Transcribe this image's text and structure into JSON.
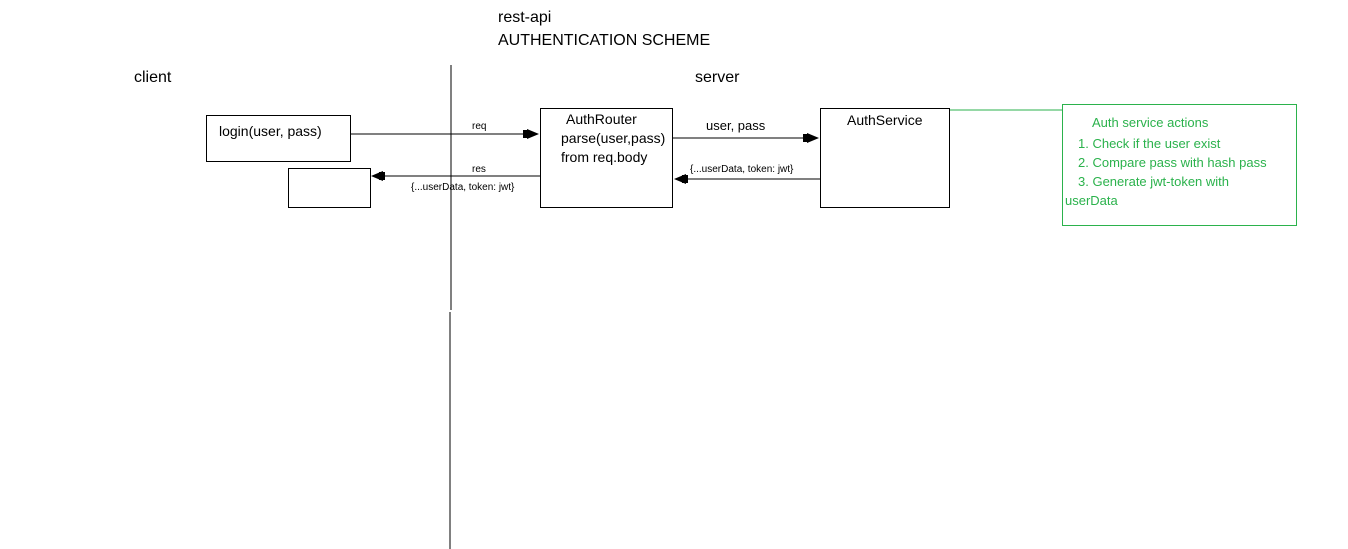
{
  "title": {
    "line1": "rest-api",
    "line2": "AUTHENTICATION SCHEME"
  },
  "headers": {
    "client": "client",
    "server": "server"
  },
  "nodes": {
    "login": "login(user, pass)",
    "response_box": "",
    "auth_router": [
      "AuthRouter",
      "parse(user,pass)",
      "from req.body"
    ],
    "auth_service": "AuthService"
  },
  "edges": {
    "req": "req",
    "res": "res",
    "res_payload": "{...userData, token: jwt}",
    "user_pass": "user, pass",
    "service_payload": "{...userData, token: jwt}"
  },
  "note": {
    "title": "Auth service actions",
    "items": [
      "1. Check if the user exist",
      "2. Compare pass with hash pass",
      "3. Generate jwt-token with",
      "userData"
    ]
  },
  "colors": {
    "lines": "#000000",
    "note_accent": "#2bb24c"
  }
}
